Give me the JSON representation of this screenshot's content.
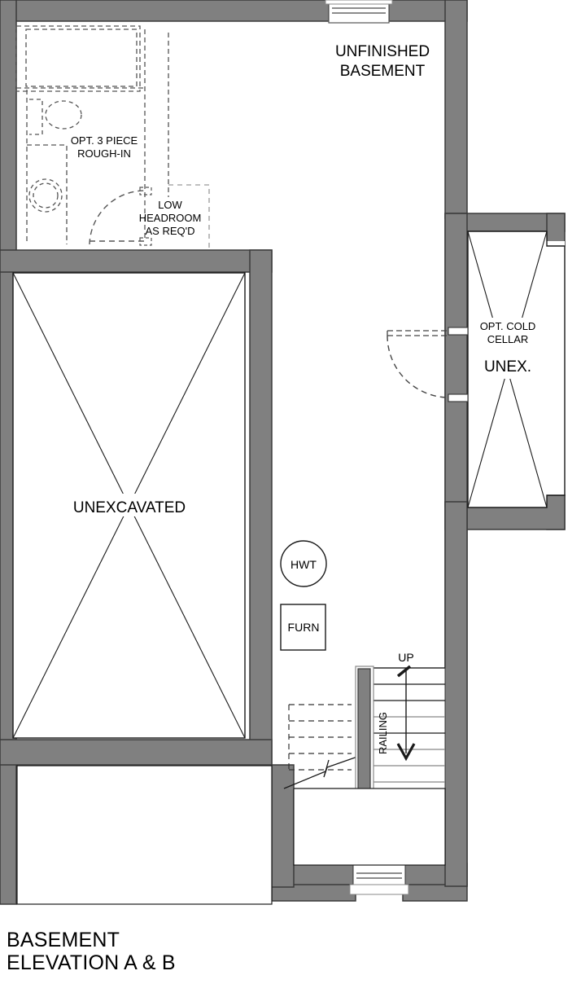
{
  "drawing": {
    "title_line1": "BASEMENT",
    "title_line2": "ELEVATION A & B",
    "sheet_type": "residential-basement-floor-plan"
  },
  "colors": {
    "wall_fill": "#808080",
    "wall_stroke": "#3a3a3a",
    "line": "#1a1a1a",
    "dashed": "#555555",
    "background": "#ffffff",
    "text": "#000000"
  },
  "rooms": [
    {
      "key": "unfinished_basement",
      "label": "UNFINISHED\nBASEMENT",
      "label_line1": "UNFINISHED",
      "label_line2": "BASEMENT",
      "font_size": 19
    },
    {
      "key": "unexcavated_main",
      "label": "UNEXCAVATED",
      "font_size": 19,
      "hatch": "x-cross"
    },
    {
      "key": "cold_cellar",
      "label_line1": "OPT. COLD",
      "label_line2": "CELLAR",
      "label_line3": "UNEX.",
      "font_size_small": 13,
      "font_size_large": 19,
      "hatch": "x-cross"
    }
  ],
  "annotations": [
    {
      "key": "bath_roughin",
      "line1": "OPT. 3 PIECE",
      "line2": "ROUGH-IN",
      "font_size": 13
    },
    {
      "key": "low_headroom",
      "line1": "LOW",
      "line2": "HEADROOM",
      "line3": "AS REQ'D",
      "font_size": 13
    }
  ],
  "equipment": [
    {
      "key": "hot_water_tank",
      "label": "HWT",
      "shape": "circle",
      "font_size": 14
    },
    {
      "key": "furnace",
      "label": "FURN",
      "shape": "square",
      "font_size": 14
    }
  ],
  "stairs": {
    "direction_label": "UP",
    "railing_label": "RAILING",
    "tread_count": 8,
    "font_size": 14,
    "railing_font_size": 13
  },
  "fixtures": [
    {
      "key": "bathtub",
      "style": "dashed-rectangle"
    },
    {
      "key": "toilet",
      "style": "dashed-ellipse-with-tank"
    },
    {
      "key": "shower",
      "style": "dashed-square-with-drain"
    }
  ],
  "openings": [
    {
      "key": "window-top",
      "type": "window"
    },
    {
      "key": "window-bottom",
      "type": "window"
    },
    {
      "key": "door-bathroom",
      "type": "swing-door-dashed"
    },
    {
      "key": "door-cold-cellar",
      "type": "swing-door-dashed"
    }
  ]
}
